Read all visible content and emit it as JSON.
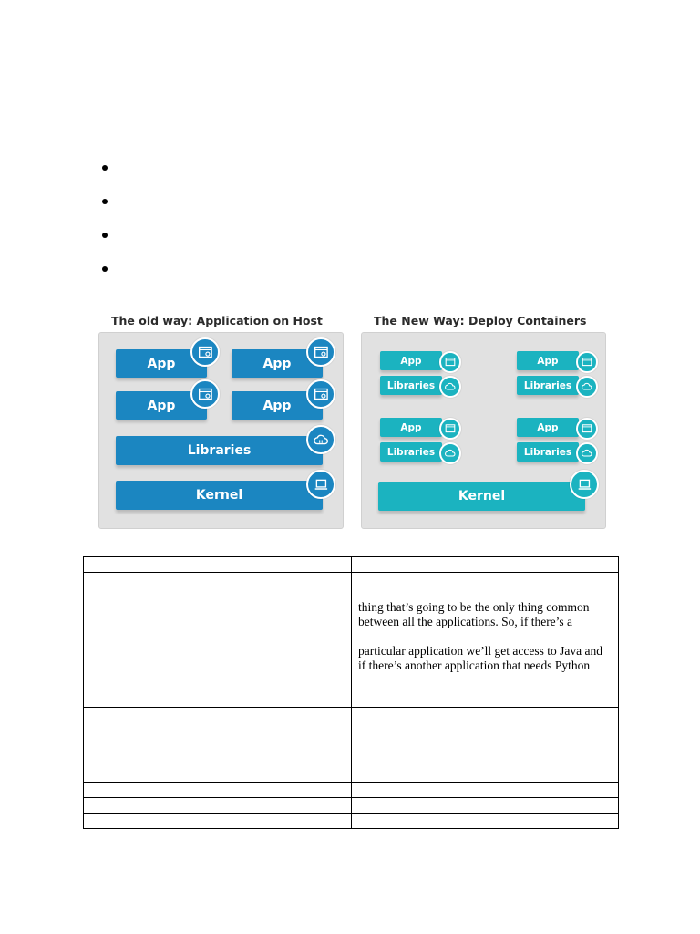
{
  "figure": {
    "old": {
      "title": "The old way: Application on Host",
      "apps": [
        "App",
        "App",
        "App",
        "App"
      ],
      "libraries": "Libraries",
      "kernel": "Kernel",
      "box_color": "#1b86c1"
    },
    "new": {
      "title": "The New Way: Deploy Containers",
      "containers": [
        {
          "app": "App",
          "libraries": "Libraries"
        },
        {
          "app": "App",
          "libraries": "Libraries"
        },
        {
          "app": "App",
          "libraries": "Libraries"
        },
        {
          "app": "App",
          "libraries": "Libraries"
        }
      ],
      "kernel": "Kernel",
      "box_color": "#1bb3c0"
    },
    "panel_color": "#e1e1e1",
    "icons": {
      "app": "window-gear-icon",
      "libraries": "cloud-icon",
      "kernel": "laptop-icon"
    }
  },
  "table": {
    "row2_right": {
      "line1": "thing that’s going to be the only thing common",
      "line2": "between all the applications. So, if there’s a",
      "line3": "particular application we’ll get access to Java and",
      "line4": "if there’s another application that needs Python"
    }
  }
}
